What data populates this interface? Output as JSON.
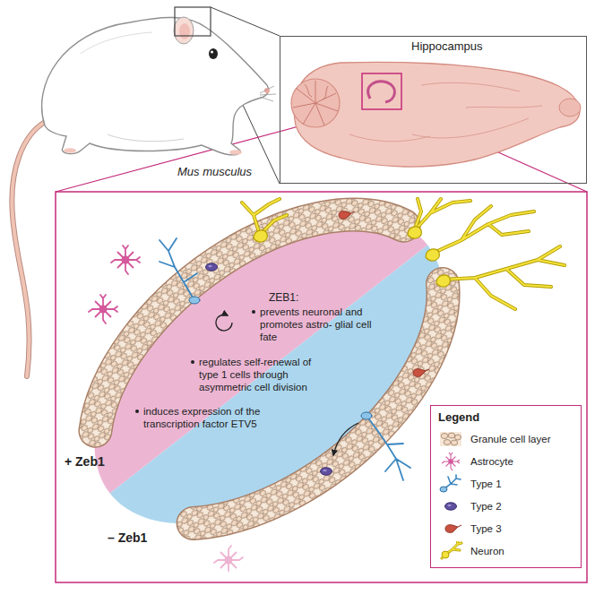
{
  "diagram": {
    "nodes": [
      {
        "text": [
          "Hippocampus"
        ]
      },
      {
        "text": [
          "Legend"
        ]
      }
    ],
    "labels": [
      "Mus musculus",
      "ZEB1:",
      "prevents neuronal and promotes astro- glial cell fate",
      "regulates self-renewal of type 1 cells through asymmetric cell division",
      "induces expression of the transcription factor ETV5",
      "+ Zeb1",
      "– Zeb1"
    ],
    "legend": [
      {
        "text": "Granule cell layer"
      },
      {
        "text": "Astrocyte"
      },
      {
        "text": "Type 1"
      },
      {
        "text": "Type 2"
      },
      {
        "text": "Type 3"
      },
      {
        "text": "Neuron"
      }
    ]
  }
}
